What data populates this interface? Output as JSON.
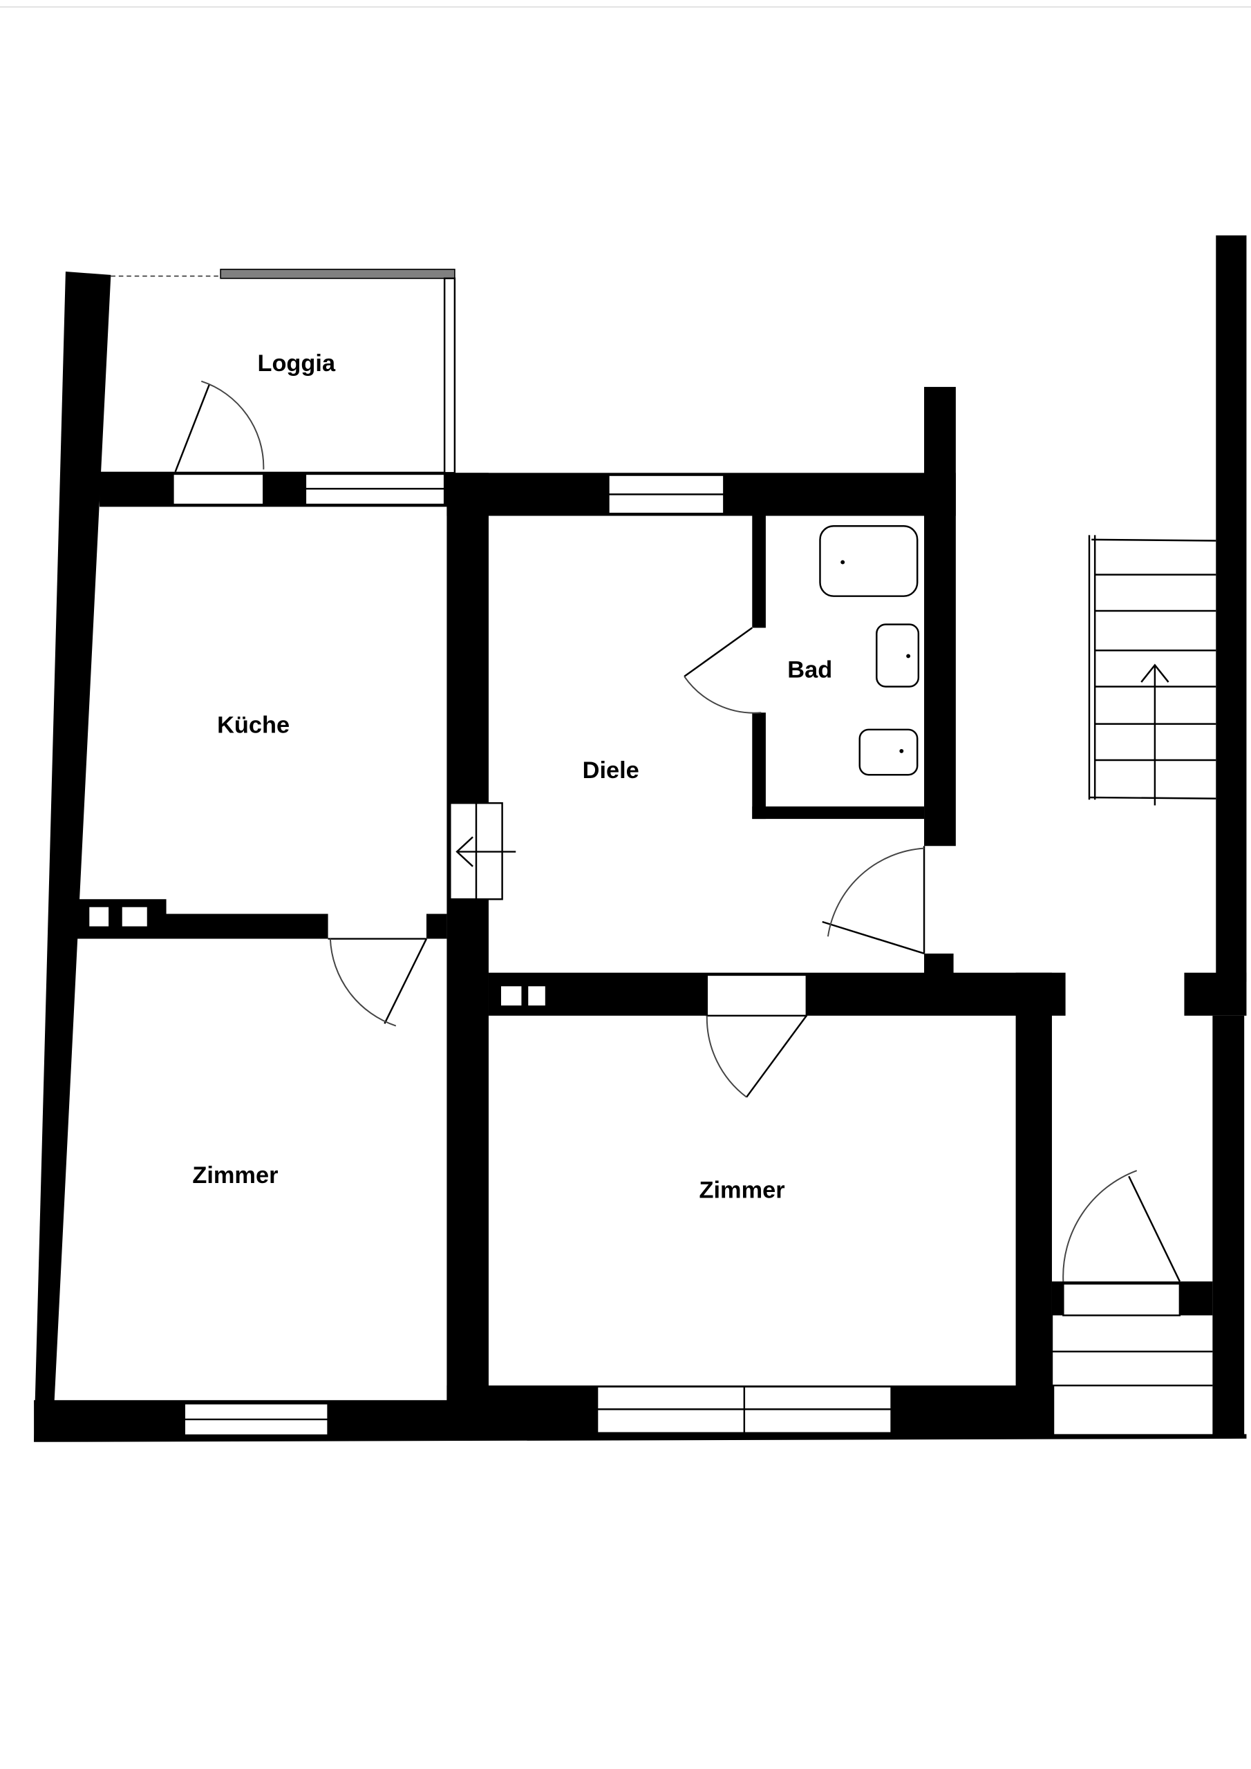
{
  "plan": {
    "rooms": [
      {
        "id": "loggia",
        "label": "Loggia"
      },
      {
        "id": "kueche",
        "label": "Küche"
      },
      {
        "id": "diele",
        "label": "Diele"
      },
      {
        "id": "bad",
        "label": "Bad"
      },
      {
        "id": "zimmer-left",
        "label": "Zimmer"
      },
      {
        "id": "zimmer-right",
        "label": "Zimmer"
      }
    ],
    "colors": {
      "wall": "#000000",
      "railing": "#808080",
      "background": "#ffffff"
    }
  }
}
